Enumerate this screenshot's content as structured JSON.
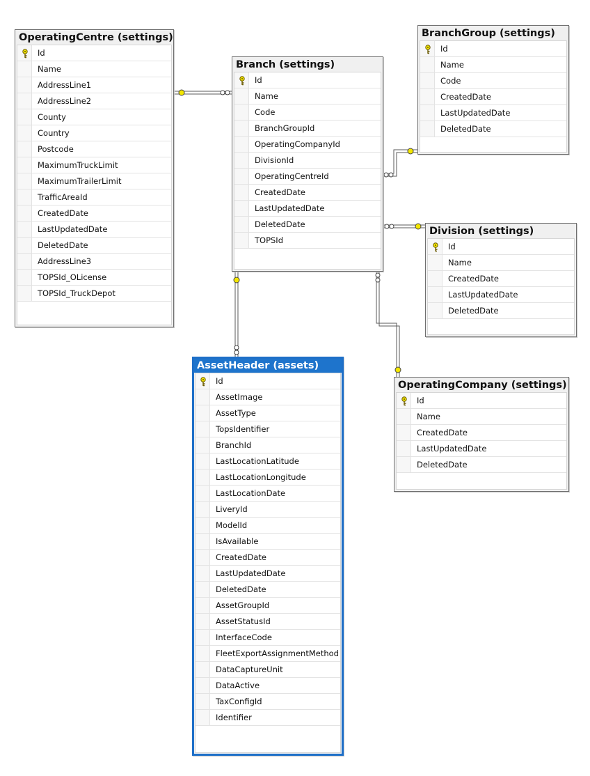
{
  "tables": {
    "operating_centre": {
      "title": "OperatingCentre (settings)",
      "columns": [
        "Id",
        "Name",
        "AddressLine1",
        "AddressLine2",
        "County",
        "Country",
        "Postcode",
        "MaximumTruckLimit",
        "MaximumTrailerLimit",
        "TrafficAreaId",
        "CreatedDate",
        "LastUpdatedDate",
        "DeletedDate",
        "AddressLine3",
        "TOPSId_OLicense",
        "TOPSId_TruckDepot"
      ],
      "key_column": "Id"
    },
    "branch": {
      "title": "Branch (settings)",
      "columns": [
        "Id",
        "Name",
        "Code",
        "BranchGroupId",
        "OperatingCompanyId",
        "DivisionId",
        "OperatingCentreId",
        "CreatedDate",
        "LastUpdatedDate",
        "DeletedDate",
        "TOPSId"
      ],
      "key_column": "Id"
    },
    "branch_group": {
      "title": "BranchGroup (settings)",
      "columns": [
        "Id",
        "Name",
        "Code",
        "CreatedDate",
        "LastUpdatedDate",
        "DeletedDate"
      ],
      "key_column": "Id"
    },
    "division": {
      "title": "Division (settings)",
      "columns": [
        "Id",
        "Name",
        "CreatedDate",
        "LastUpdatedDate",
        "DeletedDate"
      ],
      "key_column": "Id"
    },
    "asset_header": {
      "title": "AssetHeader (assets)",
      "columns": [
        "Id",
        "AssetImage",
        "AssetType",
        "TopsIdentifier",
        "BranchId",
        "LastLocationLatitude",
        "LastLocationLongitude",
        "LastLocationDate",
        "LiveryId",
        "ModelId",
        "IsAvailable",
        "CreatedDate",
        "LastUpdatedDate",
        "DeletedDate",
        "AssetGroupId",
        "AssetStatusId",
        "InterfaceCode",
        "FleetExportAssignmentMethod",
        "DataCaptureUnit",
        "DataActive",
        "TaxConfigId",
        "Identifier"
      ],
      "key_column": "Id",
      "selected": true
    },
    "operating_company": {
      "title": "OperatingCompany (settings)",
      "columns": [
        "Id",
        "Name",
        "CreatedDate",
        "LastUpdatedDate",
        "DeletedDate"
      ],
      "key_column": "Id"
    }
  },
  "relationships": [
    {
      "from": "Branch (settings)",
      "to": "OperatingCentre (settings)"
    },
    {
      "from": "Branch (settings)",
      "to": "BranchGroup (settings)"
    },
    {
      "from": "Branch (settings)",
      "to": "Division (settings)"
    },
    {
      "from": "AssetHeader (assets)",
      "to": "Branch (settings)"
    },
    {
      "from": "Branch (settings)",
      "to": "OperatingCompany (settings)"
    }
  ],
  "colors": {
    "selected_border": "#1e6fc8",
    "connector_line": "#5a5a5a",
    "key_icon": "#e8d800"
  }
}
